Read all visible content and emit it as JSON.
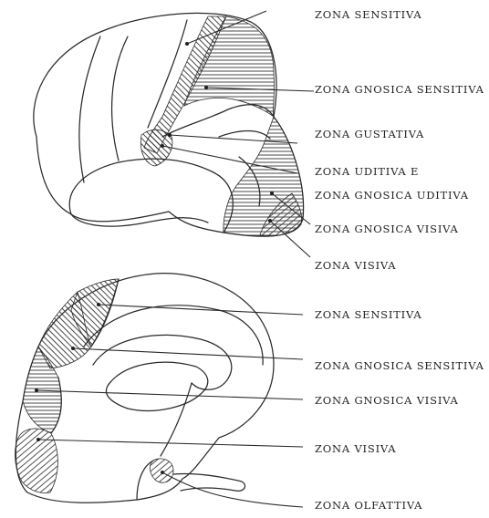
{
  "lateral_view": {
    "labels": [
      "ZONA SENSITIVA",
      "ZONA GNOSICA SENSITIVA",
      "ZONA GUSTATIVA",
      "ZONA UDITIVA E",
      "ZONA GNOSICA UDITIVA",
      "ZONA GNOSICA VISIVA",
      "ZONA VISIVA"
    ]
  },
  "medial_view": {
    "labels": [
      "ZONA SENSITIVA",
      "ZONA GNOSICA SENSITIVA",
      "ZONA GNOSICA VISIVA",
      "ZONA VISIVA",
      "ZONA OLFATTIVA"
    ]
  }
}
